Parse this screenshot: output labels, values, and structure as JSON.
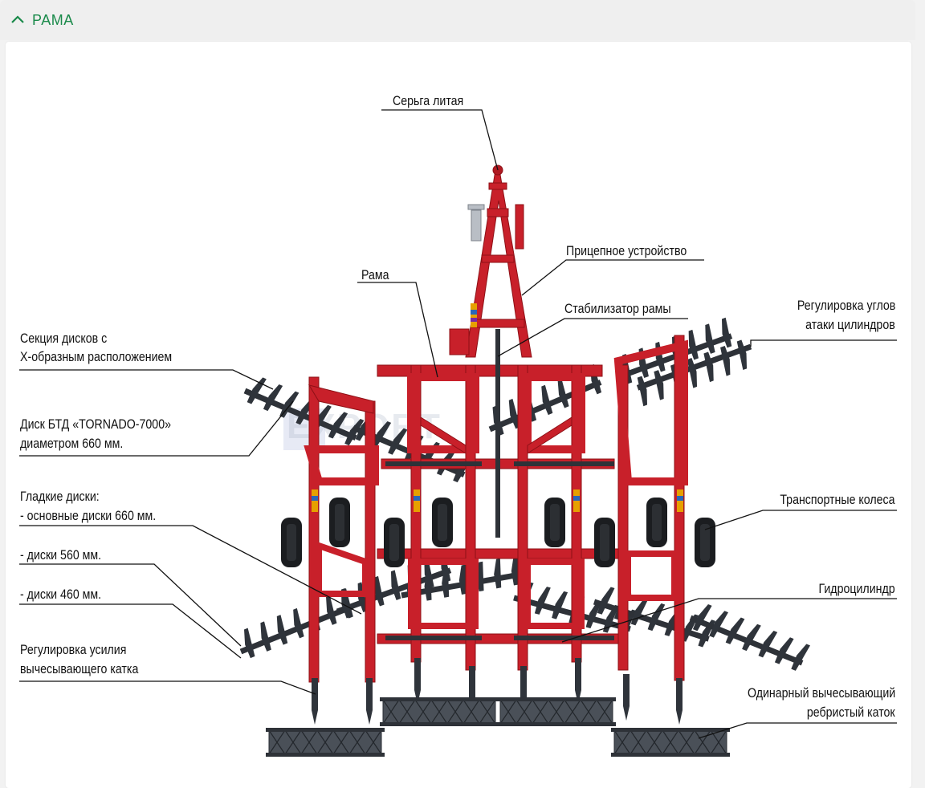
{
  "section": {
    "title": "РАМА",
    "icon": "chevron-up-icon"
  },
  "watermark": "EXPORT",
  "labels": {
    "serga": "Серьга литая",
    "pritsep": "Прицепное  устройство",
    "rama": "Рама",
    "stabilizator": "Стабилизатор рамы",
    "regul_uglov_1": "Регулировка  углов",
    "regul_uglov_2": "атаки цилиндров",
    "sektsiya_1": "Секция  дисков  с",
    "sektsiya_2": "Х-образным  расположением",
    "disk_1": "Диск  БТД  «TORNADO-7000»",
    "disk_2": "диаметром  660  мм.",
    "gladkie_1": "Гладкие  диски:",
    "gladkie_2": "- основные  диски  660 мм.",
    "diski_560": "- диски 560 мм.",
    "diski_460": "- диски 460 мм.",
    "regul_usil_1": "Регулировка  усилия",
    "regul_usil_2": "вычесывающего  катка",
    "transport": "Транспортные  колеса",
    "gidro": "Гидроцилиндр",
    "katok_1": "Одинарный  вычесывающий",
    "katok_2": "ребристый  каток"
  },
  "colors": {
    "frame": "#c8202a",
    "frame_dark": "#8e1016",
    "steel": "#3a4048",
    "accent": "#1a8a4a"
  }
}
